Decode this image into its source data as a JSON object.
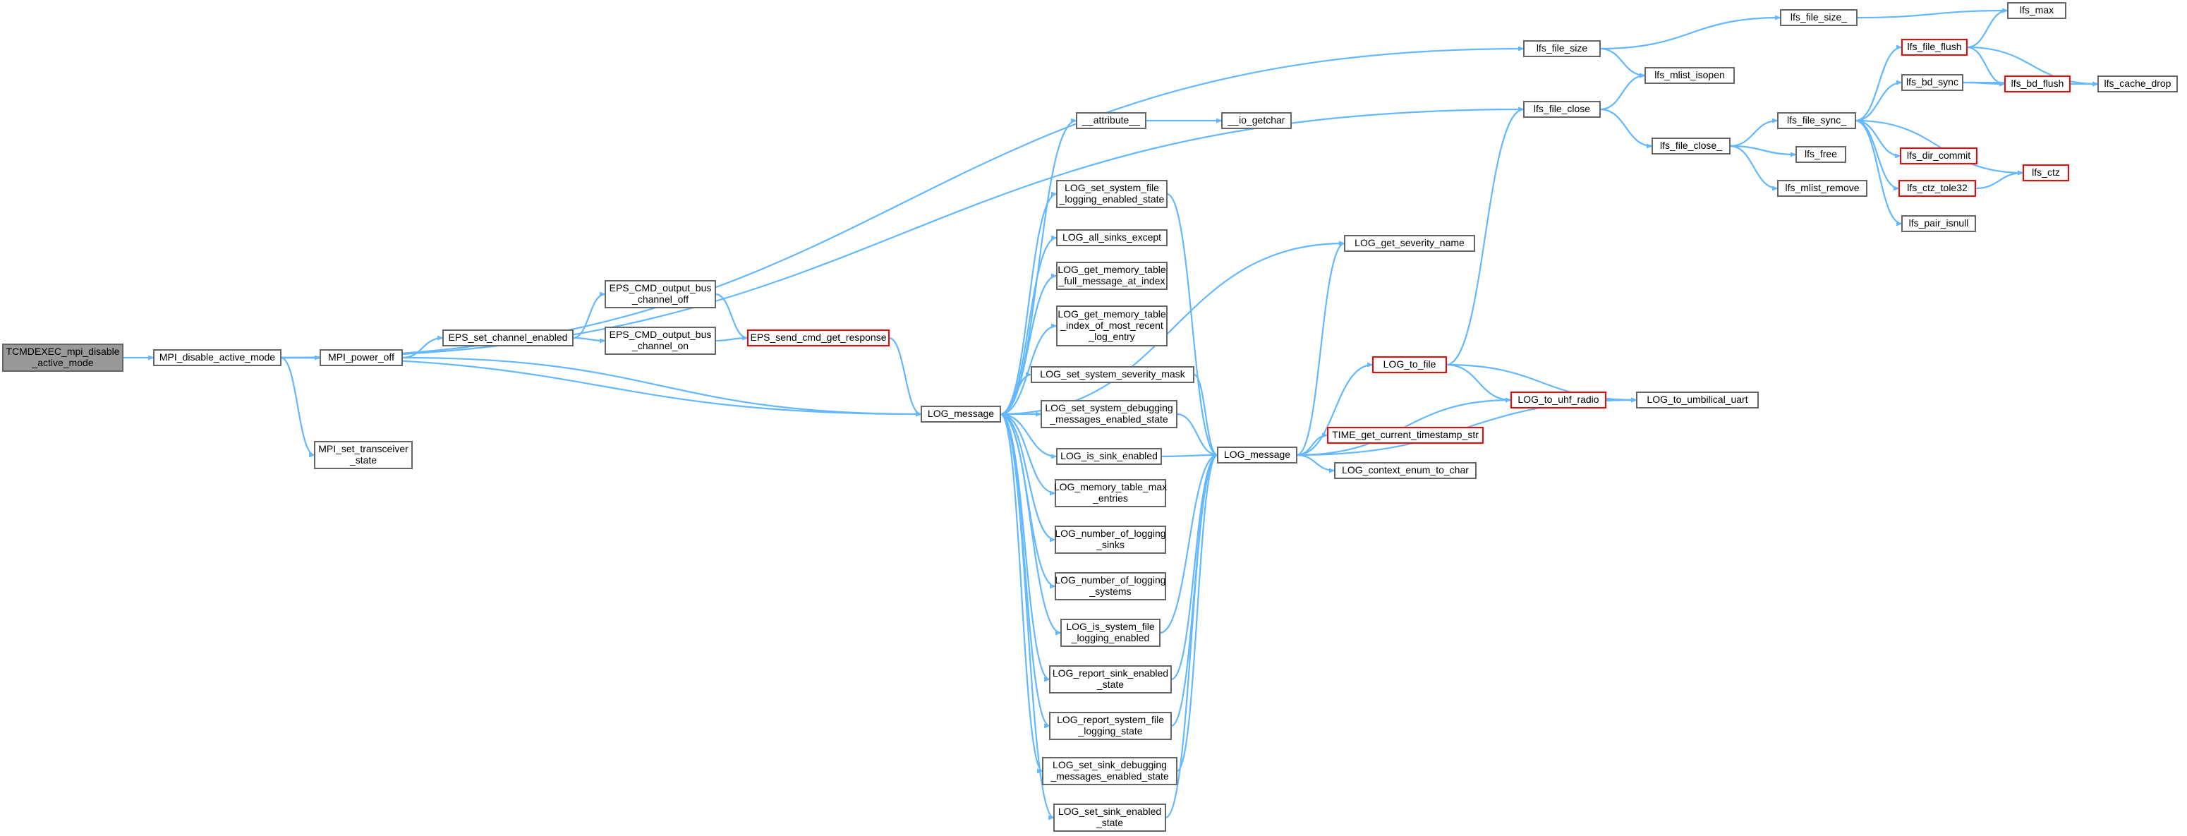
{
  "colors": {
    "edge": "#63b8ff",
    "node_fill": "#ffffff",
    "node_border": "#666666",
    "root_fill": "#999999",
    "root_border": "#666666",
    "truncated_border": "#ff0000",
    "text": "#000000"
  },
  "nodes": [
    {
      "id": "root",
      "lines": [
        "TCMDEXEC_mpi_disable",
        "_active_mode"
      ],
      "kind": "root"
    },
    {
      "id": "mpi_disable",
      "lines": [
        "MPI_disable_active_mode"
      ],
      "kind": "normal"
    },
    {
      "id": "mpi_power_off",
      "lines": [
        "MPI_power_off"
      ],
      "kind": "normal"
    },
    {
      "id": "mpi_set_trans",
      "lines": [
        "MPI_set_transceiver",
        "_state"
      ],
      "kind": "normal"
    },
    {
      "id": "eps_set_channel",
      "lines": [
        "EPS_set_channel_enabled"
      ],
      "kind": "normal"
    },
    {
      "id": "eps_bus_off",
      "lines": [
        "EPS_CMD_output_bus",
        "_channel_off"
      ],
      "kind": "normal"
    },
    {
      "id": "eps_bus_on",
      "lines": [
        "EPS_CMD_output_bus",
        "_channel_on"
      ],
      "kind": "normal"
    },
    {
      "id": "eps_send",
      "lines": [
        "EPS_send_cmd_get_response"
      ],
      "kind": "truncated"
    },
    {
      "id": "log_message_1",
      "lines": [
        "LOG_message"
      ],
      "kind": "normal"
    },
    {
      "id": "attribute",
      "lines": [
        "__attribute__"
      ],
      "kind": "normal"
    },
    {
      "id": "io_getchar",
      "lines": [
        "__io_getchar"
      ],
      "kind": "normal"
    },
    {
      "id": "log_set_sys_file",
      "lines": [
        "LOG_set_system_file",
        "_logging_enabled_state"
      ],
      "kind": "normal"
    },
    {
      "id": "log_all_sinks",
      "lines": [
        "LOG_all_sinks_except"
      ],
      "kind": "normal"
    },
    {
      "id": "log_mem_full",
      "lines": [
        "LOG_get_memory_table",
        "_full_message_at_index"
      ],
      "kind": "normal"
    },
    {
      "id": "log_mem_index",
      "lines": [
        "LOG_get_memory_table",
        "_index_of_most_recent",
        "_log_entry"
      ],
      "kind": "normal"
    },
    {
      "id": "log_set_sev",
      "lines": [
        "LOG_set_system_severity_mask"
      ],
      "kind": "normal"
    },
    {
      "id": "log_set_sys_debug",
      "lines": [
        "LOG_set_system_debugging",
        "_messages_enabled_state"
      ],
      "kind": "normal"
    },
    {
      "id": "log_is_sink",
      "lines": [
        "LOG_is_sink_enabled"
      ],
      "kind": "normal"
    },
    {
      "id": "log_mem_max",
      "lines": [
        "LOG_memory_table_max",
        "_entries"
      ],
      "kind": "normal"
    },
    {
      "id": "log_num_sinks",
      "lines": [
        "LOG_number_of_logging",
        "_sinks"
      ],
      "kind": "normal"
    },
    {
      "id": "log_num_sys",
      "lines": [
        "LOG_number_of_logging",
        "_systems"
      ],
      "kind": "normal"
    },
    {
      "id": "log_is_sys_file",
      "lines": [
        "LOG_is_system_file",
        "_logging_enabled"
      ],
      "kind": "normal"
    },
    {
      "id": "log_report_sink",
      "lines": [
        "LOG_report_sink_enabled",
        "_state"
      ],
      "kind": "normal"
    },
    {
      "id": "log_report_sys_file",
      "lines": [
        "LOG_report_system_file",
        "_logging_state"
      ],
      "kind": "normal"
    },
    {
      "id": "log_set_sink_debug",
      "lines": [
        "LOG_set_sink_debugging",
        "_messages_enabled_state"
      ],
      "kind": "normal"
    },
    {
      "id": "log_set_sink_en",
      "lines": [
        "LOG_set_sink_enabled",
        "_state"
      ],
      "kind": "normal"
    },
    {
      "id": "log_message_2",
      "lines": [
        "LOG_message"
      ],
      "kind": "normal"
    },
    {
      "id": "log_get_sev",
      "lines": [
        "LOG_get_severity_name"
      ],
      "kind": "normal"
    },
    {
      "id": "log_to_file",
      "lines": [
        "LOG_to_file"
      ],
      "kind": "truncated"
    },
    {
      "id": "log_to_uhf",
      "lines": [
        "LOG_to_uhf_radio"
      ],
      "kind": "truncated"
    },
    {
      "id": "log_to_umb",
      "lines": [
        "LOG_to_umbilical_uart"
      ],
      "kind": "normal"
    },
    {
      "id": "time_get",
      "lines": [
        "TIME_get_current_timestamp_str"
      ],
      "kind": "truncated"
    },
    {
      "id": "log_ctx",
      "lines": [
        "LOG_context_enum_to_char"
      ],
      "kind": "normal"
    },
    {
      "id": "lfs_file_size",
      "lines": [
        "lfs_file_size"
      ],
      "kind": "normal"
    },
    {
      "id": "lfs_file_size_",
      "lines": [
        "lfs_file_size_"
      ],
      "kind": "normal"
    },
    {
      "id": "lfs_max",
      "lines": [
        "lfs_max"
      ],
      "kind": "normal"
    },
    {
      "id": "lfs_mlist_isopen",
      "lines": [
        "lfs_mlist_isopen"
      ],
      "kind": "normal"
    },
    {
      "id": "lfs_file_close",
      "lines": [
        "lfs_file_close"
      ],
      "kind": "normal"
    },
    {
      "id": "lfs_file_close_",
      "lines": [
        "lfs_file_close_"
      ],
      "kind": "normal"
    },
    {
      "id": "lfs_free",
      "lines": [
        "lfs_free"
      ],
      "kind": "normal"
    },
    {
      "id": "lfs_mlist_remove",
      "lines": [
        "lfs_mlist_remove"
      ],
      "kind": "normal"
    },
    {
      "id": "lfs_file_sync_",
      "lines": [
        "lfs_file_sync_"
      ],
      "kind": "normal"
    },
    {
      "id": "lfs_file_flush",
      "lines": [
        "lfs_file_flush"
      ],
      "kind": "truncated"
    },
    {
      "id": "lfs_bd_sync",
      "lines": [
        "lfs_bd_sync"
      ],
      "kind": "normal"
    },
    {
      "id": "lfs_bd_flush",
      "lines": [
        "lfs_bd_flush"
      ],
      "kind": "truncated"
    },
    {
      "id": "lfs_cache_drop",
      "lines": [
        "lfs_cache_drop"
      ],
      "kind": "normal"
    },
    {
      "id": "lfs_dir_commit",
      "lines": [
        "lfs_dir_commit"
      ],
      "kind": "truncated"
    },
    {
      "id": "lfs_ctz_tole32",
      "lines": [
        "lfs_ctz_tole32"
      ],
      "kind": "truncated"
    },
    {
      "id": "lfs_ctz",
      "lines": [
        "lfs_ctz"
      ],
      "kind": "truncated"
    },
    {
      "id": "lfs_pair_isnull",
      "lines": [
        "lfs_pair_isnull"
      ],
      "kind": "normal"
    }
  ],
  "edges": [
    [
      "root",
      "mpi_disable"
    ],
    [
      "mpi_disable",
      "mpi_power_off"
    ],
    [
      "mpi_disable",
      "mpi_set_trans"
    ],
    [
      "mpi_disable",
      "log_message_1"
    ],
    [
      "mpi_disable",
      "lfs_file_size"
    ],
    [
      "mpi_disable",
      "lfs_file_close"
    ],
    [
      "mpi_power_off",
      "eps_set_channel"
    ],
    [
      "mpi_power_off",
      "log_message_1"
    ],
    [
      "eps_set_channel",
      "eps_bus_off"
    ],
    [
      "eps_set_channel",
      "eps_bus_on"
    ],
    [
      "eps_bus_off",
      "eps_send"
    ],
    [
      "eps_bus_on",
      "eps_send"
    ],
    [
      "eps_send",
      "log_message_1"
    ],
    [
      "log_message_1",
      "attribute"
    ],
    [
      "log_message_1",
      "log_get_sev"
    ],
    [
      "log_message_1",
      "log_set_sys_file"
    ],
    [
      "log_message_1",
      "log_all_sinks"
    ],
    [
      "log_message_1",
      "log_mem_full"
    ],
    [
      "log_message_1",
      "log_mem_index"
    ],
    [
      "log_message_1",
      "log_set_sev"
    ],
    [
      "log_message_1",
      "log_set_sys_debug"
    ],
    [
      "log_message_1",
      "log_is_sink"
    ],
    [
      "log_message_1",
      "log_mem_max"
    ],
    [
      "log_message_1",
      "log_num_sinks"
    ],
    [
      "log_message_1",
      "log_num_sys"
    ],
    [
      "log_message_1",
      "log_is_sys_file"
    ],
    [
      "log_message_1",
      "log_report_sink"
    ],
    [
      "log_message_1",
      "log_report_sys_file"
    ],
    [
      "log_message_1",
      "log_set_sink_debug"
    ],
    [
      "log_message_1",
      "log_set_sink_en"
    ],
    [
      "attribute",
      "io_getchar"
    ],
    [
      "log_set_sys_file",
      "log_message_2"
    ],
    [
      "log_set_sev",
      "log_message_2"
    ],
    [
      "log_set_sys_debug",
      "log_message_2"
    ],
    [
      "log_is_sink",
      "log_message_2"
    ],
    [
      "log_is_sys_file",
      "log_message_2"
    ],
    [
      "log_report_sink",
      "log_message_2"
    ],
    [
      "log_report_sys_file",
      "log_message_2"
    ],
    [
      "log_set_sink_debug",
      "log_message_2"
    ],
    [
      "log_set_sink_en",
      "log_message_2"
    ],
    [
      "log_message_2",
      "log_get_sev"
    ],
    [
      "log_message_2",
      "log_to_file"
    ],
    [
      "log_message_2",
      "log_to_uhf"
    ],
    [
      "log_message_2",
      "time_get"
    ],
    [
      "log_message_2",
      "log_ctx"
    ],
    [
      "log_message_2",
      "log_to_umb"
    ],
    [
      "log_to_file",
      "lfs_file_close"
    ],
    [
      "log_to_file",
      "log_to_uhf"
    ],
    [
      "log_to_file",
      "log_to_umb"
    ],
    [
      "log_to_uhf",
      "log_to_umb"
    ],
    [
      "lfs_file_size",
      "lfs_file_size_"
    ],
    [
      "lfs_file_size",
      "lfs_mlist_isopen"
    ],
    [
      "lfs_file_size_",
      "lfs_max"
    ],
    [
      "lfs_file_close",
      "lfs_mlist_isopen"
    ],
    [
      "lfs_file_close",
      "lfs_file_close_"
    ],
    [
      "lfs_file_close_",
      "lfs_file_sync_"
    ],
    [
      "lfs_file_close_",
      "lfs_free"
    ],
    [
      "lfs_file_close_",
      "lfs_mlist_remove"
    ],
    [
      "lfs_file_sync_",
      "lfs_file_flush"
    ],
    [
      "lfs_file_sync_",
      "lfs_bd_sync"
    ],
    [
      "lfs_file_sync_",
      "lfs_dir_commit"
    ],
    [
      "lfs_file_sync_",
      "lfs_ctz_tole32"
    ],
    [
      "lfs_file_sync_",
      "lfs_ctz"
    ],
    [
      "lfs_file_sync_",
      "lfs_pair_isnull"
    ],
    [
      "lfs_file_flush",
      "lfs_max"
    ],
    [
      "lfs_file_flush",
      "lfs_bd_flush"
    ],
    [
      "lfs_file_flush",
      "lfs_cache_drop"
    ],
    [
      "lfs_bd_sync",
      "lfs_bd_flush"
    ],
    [
      "lfs_bd_sync",
      "lfs_cache_drop"
    ],
    [
      "lfs_bd_flush",
      "lfs_cache_drop"
    ],
    [
      "lfs_ctz_tole32",
      "lfs_ctz"
    ]
  ]
}
